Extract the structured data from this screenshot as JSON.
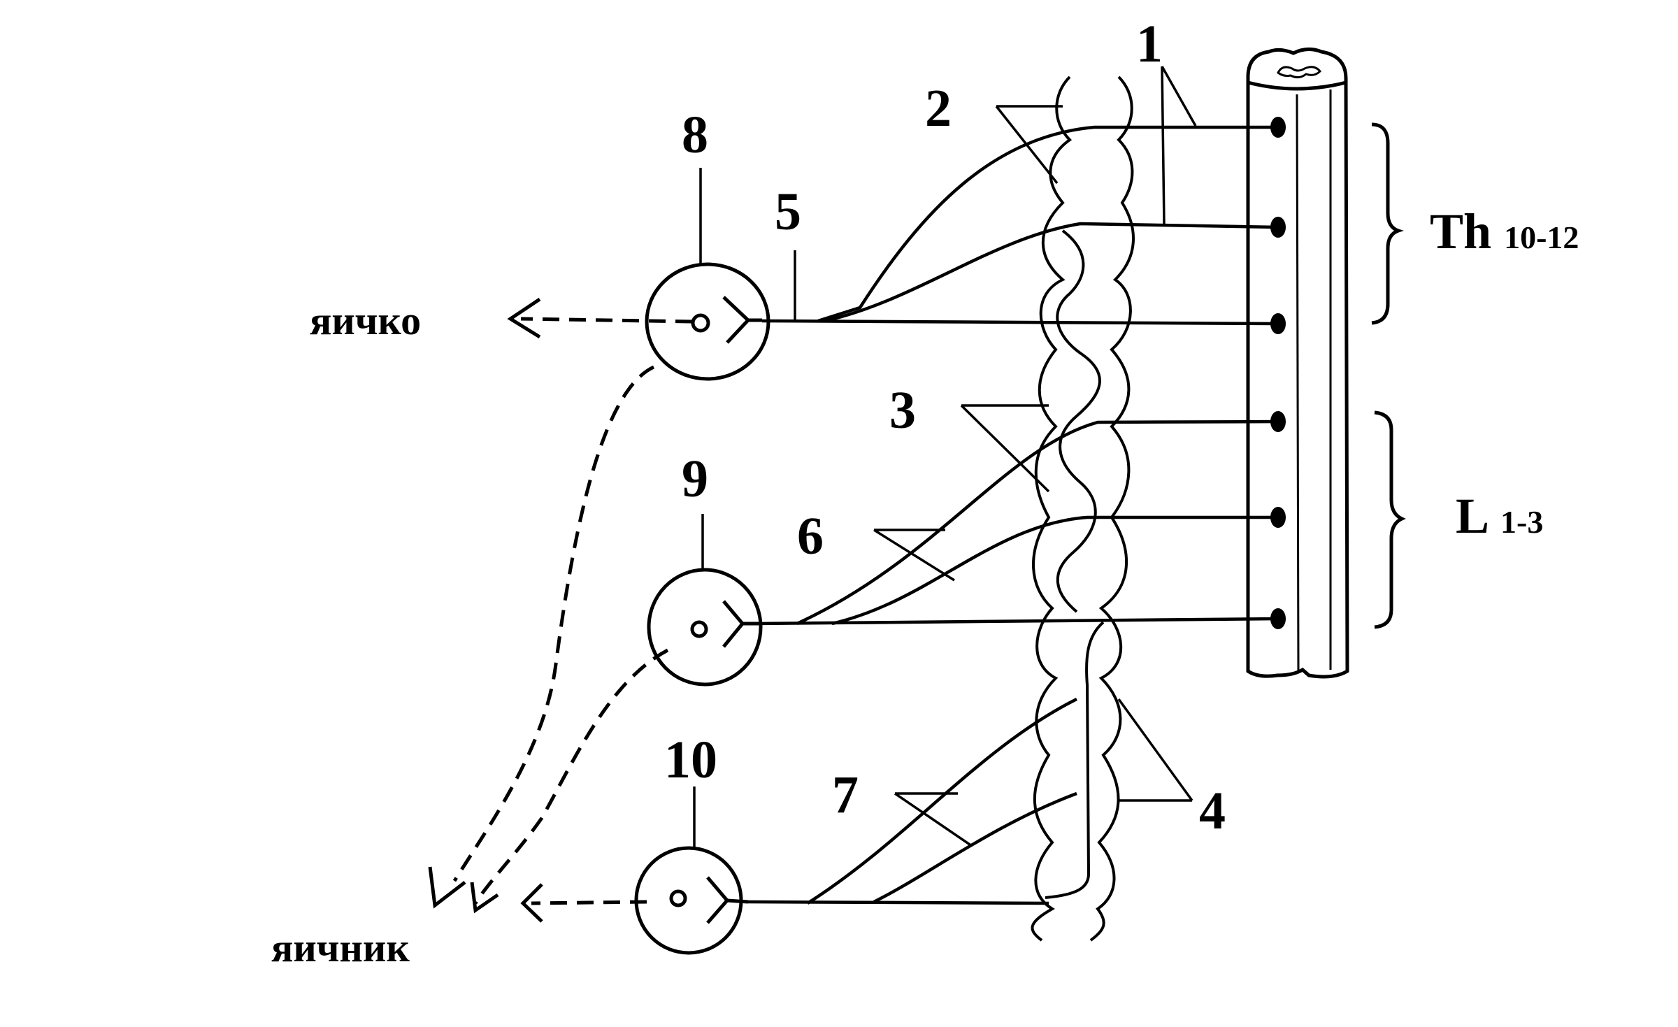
{
  "numbers": {
    "n1": "1",
    "n2": "2",
    "n3": "3",
    "n4": "4",
    "n5": "5",
    "n6": "6",
    "n7": "7",
    "n8": "8",
    "n9": "9",
    "n10": "10"
  },
  "segments": {
    "thoracic": {
      "main": "Th",
      "sub": "10-12"
    },
    "lumbar": {
      "main": "L",
      "sub": "1-3"
    }
  },
  "organs": {
    "testis": "яичко",
    "ovary": "яичник"
  },
  "colors": {
    "line": "#000000",
    "background": "#ffffff"
  }
}
